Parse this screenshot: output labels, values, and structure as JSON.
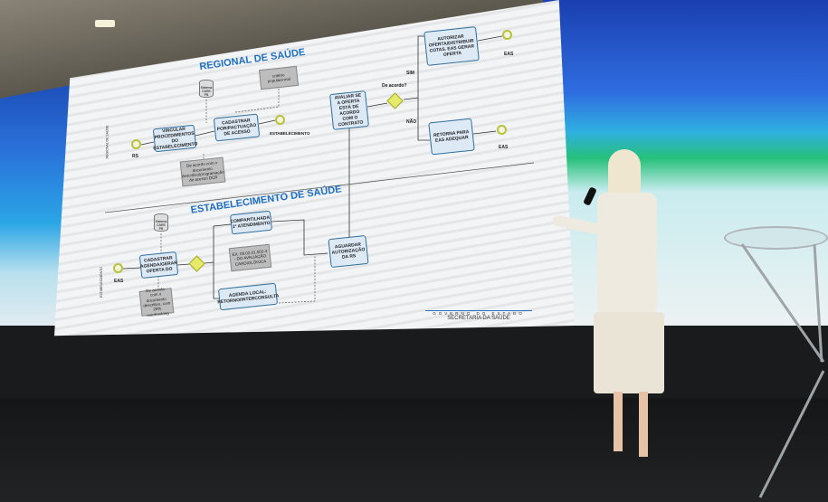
{
  "slide": {
    "regional_title": "REGIONAL DE SAÚDE",
    "estab_title": "ESTABELECIMENTO DE SAÚDE",
    "lane_regional": "REGIONAL DE SAÚDE",
    "lane_estab": "ESTABELECIMENTO",
    "regional": {
      "start_label": "RS",
      "db": "Sistema CARE PB",
      "criteria_note": "critério populacional",
      "task_vincular": "VINCULAR PROCEDIMENTOS DO ESTABELECIMENTO",
      "task_cadastrar": "CADASTRAR POR/PACTUAÇÃO DE ACESSO",
      "end_label": "ESTABELECIMENTO",
      "doc_note": "De acordo com o documento descritivo/programação de acesso DCR",
      "task_avaliar": "AVALIAR SE A OFERTA ESTÁ DE ACORDO COM O CONTRATO",
      "gateway_label": "De acordo?",
      "yes": "SIM",
      "no": "NÃO",
      "task_autorizar": "AUTORIZAR OFERTA/DISTRIBUIR COTAS. EAS GERAR OFERTA",
      "task_retorna": "RETORNA PARA EAS ADEQUAR",
      "end_eas_1": "EAS",
      "end_eas_2": "EAS"
    },
    "estab": {
      "start_label": "EAS",
      "db": "Sistema CARE PB",
      "task_cadastrar": "CADASTRAR AGENDA/GERAR OFERTA DO",
      "doc_note": "De acordo com o documento descritivo, com 20% overbooking",
      "task_compartilhada": "COMPARTILHADA: 1º ATENDIMENTO",
      "example_note": "EX: 09.02.01.002-4 - DO AVALIAÇÃO CARDIOLÓGICA",
      "task_agenda_local": "AGENDA LOCAL: RETORNO/INTERCONSULTA",
      "task_aguardar": "AGUARDAR AUTORIZAÇÃO DA RS"
    },
    "footer_gov": "GOVERNO DO ESTADO",
    "footer_sec": "SECRETARIA DA SAÚDE"
  }
}
